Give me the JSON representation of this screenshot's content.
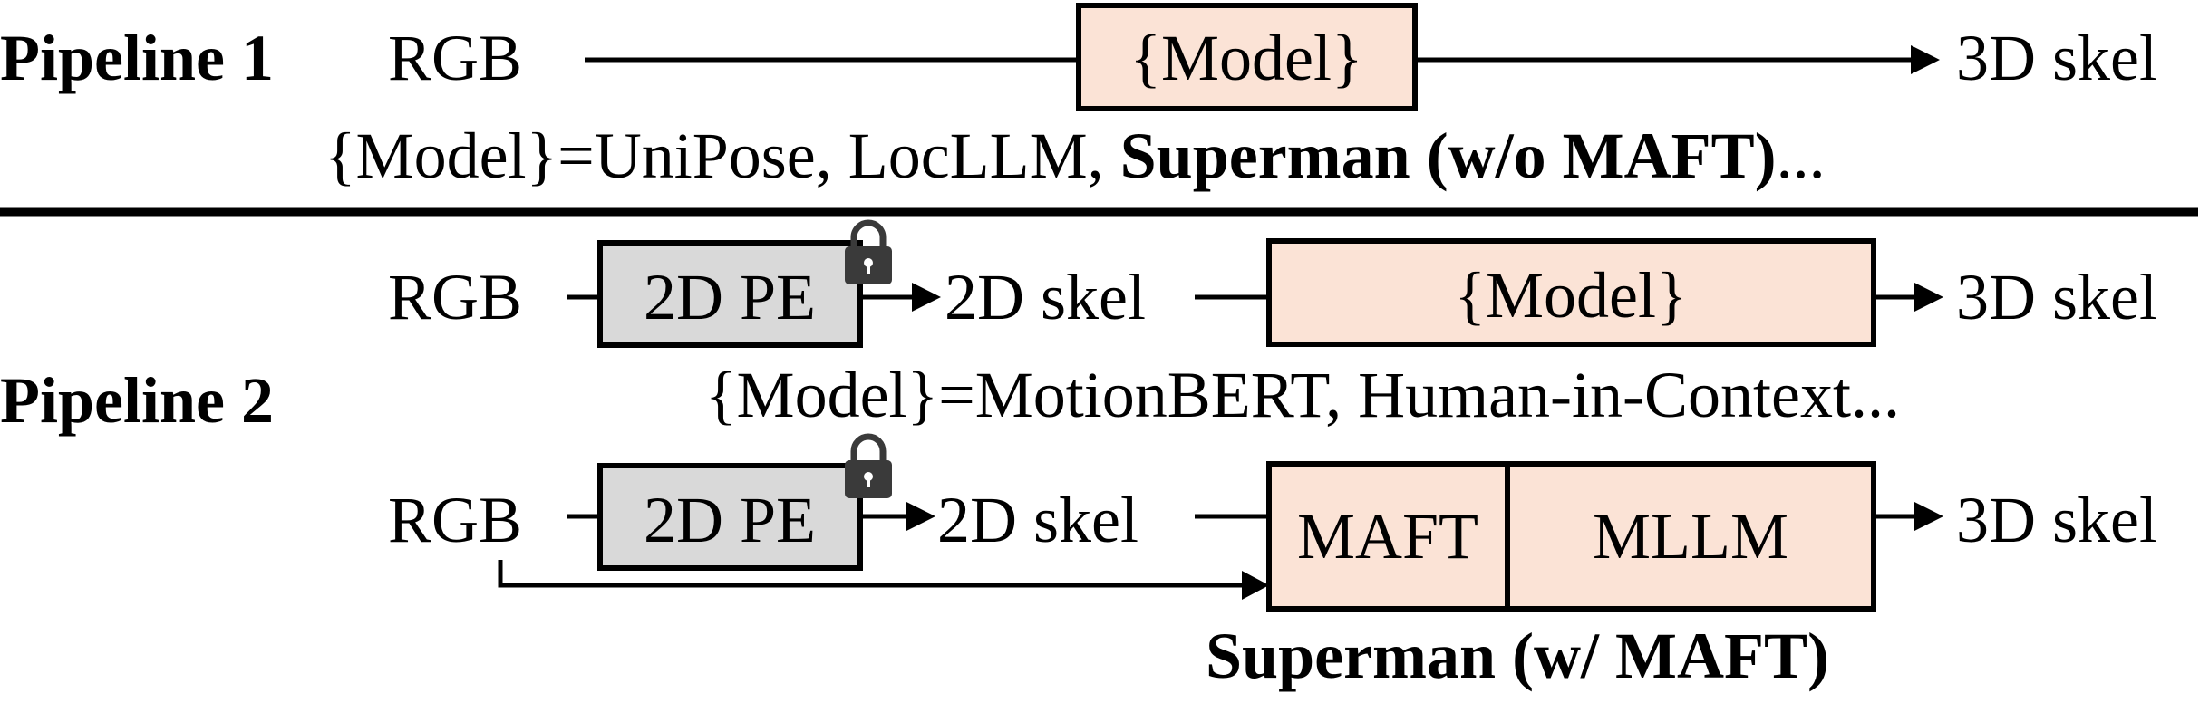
{
  "pipeline1": {
    "label": "Pipeline 1",
    "input": "RGB",
    "model_box": "{Model}",
    "output": "3D skel",
    "examples_prefix": "{Model}=UniPose, LocLLM, ",
    "examples_bold": "Superman (w/o MAFT)",
    "examples_suffix": "..."
  },
  "pipeline2": {
    "label": "Pipeline 2",
    "row1": {
      "input": "RGB",
      "pe_box": "2D PE",
      "intermediate": "2D skel",
      "model_box": "{Model}",
      "output": "3D skel"
    },
    "examples": "{Model}=MotionBERT, Human-in-Context...",
    "row2": {
      "input": "RGB",
      "pe_box": "2D PE",
      "intermediate": "2D skel",
      "maft_box": "MAFT",
      "mllm_box": "MLLM",
      "output": "3D skel"
    },
    "caption": "Superman (w/ MAFT)"
  },
  "colors": {
    "model_fill": "#fbe3d6",
    "pe_fill": "#d9d9d9",
    "lock": "#3a3a3a"
  },
  "icons": [
    "lock-icon"
  ]
}
